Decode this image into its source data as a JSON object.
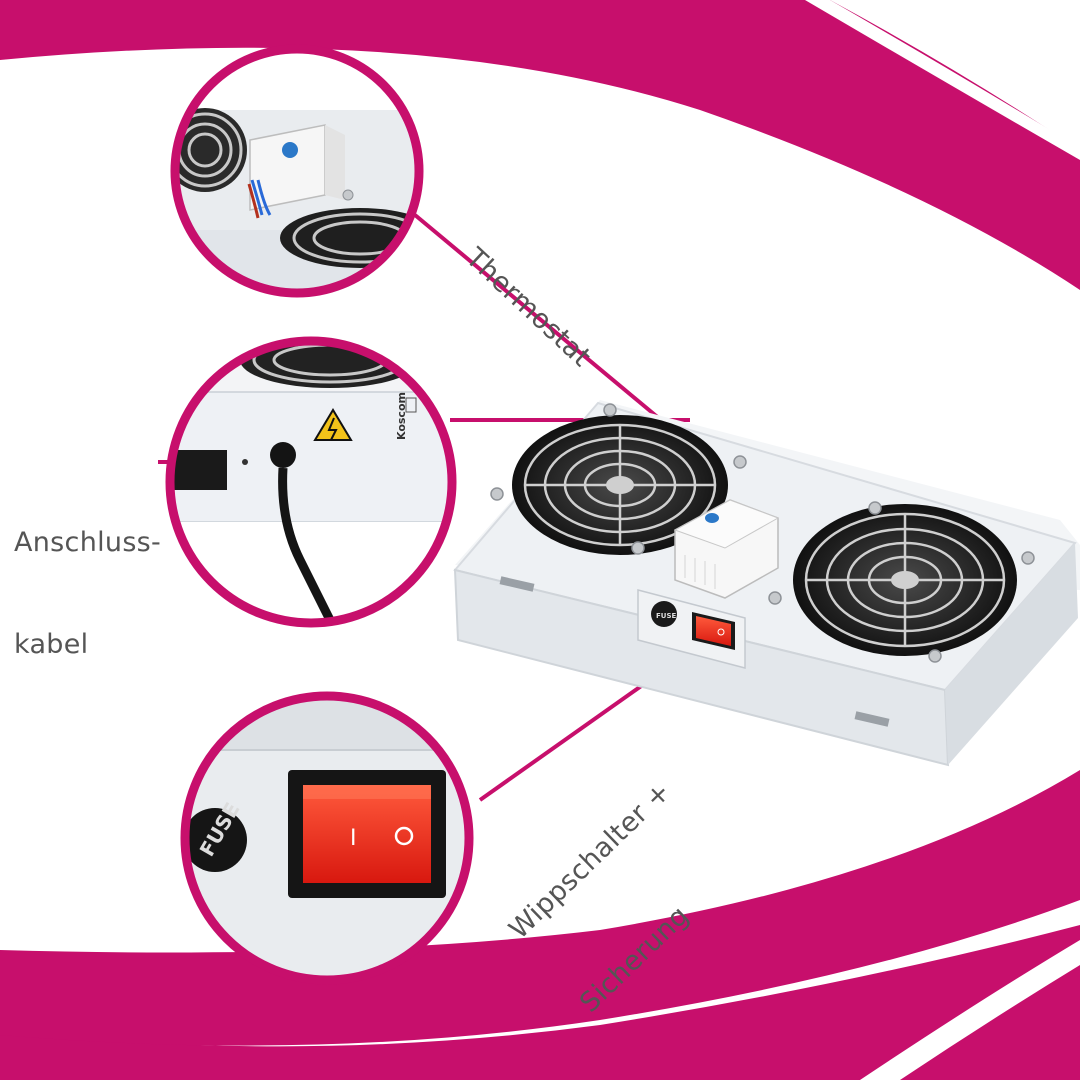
{
  "colors": {
    "accent": "#c70f6c",
    "background": "#ffffff",
    "label_text": "#555555",
    "device_body": "#eceff2",
    "switch_red": "#ea2b1f"
  },
  "callouts": [
    {
      "id": "thermostat",
      "text": "Thermostat",
      "icon": "thermostat-closeup"
    },
    {
      "id": "cable",
      "lines": [
        "Anschluss-",
        "kabel"
      ],
      "icon": "power-cable-closeup"
    },
    {
      "id": "switch",
      "lines": [
        "Wippschalter +",
        "Sicherung"
      ],
      "icon": "rocker-switch-closeup"
    }
  ],
  "device": {
    "brand_mark": "Koscom",
    "fuse_label": "FUSE",
    "fuse_label_closeup": "FUSE",
    "switch_on_mark": "I",
    "switch_off_mark": "O",
    "fan_count": 2
  }
}
